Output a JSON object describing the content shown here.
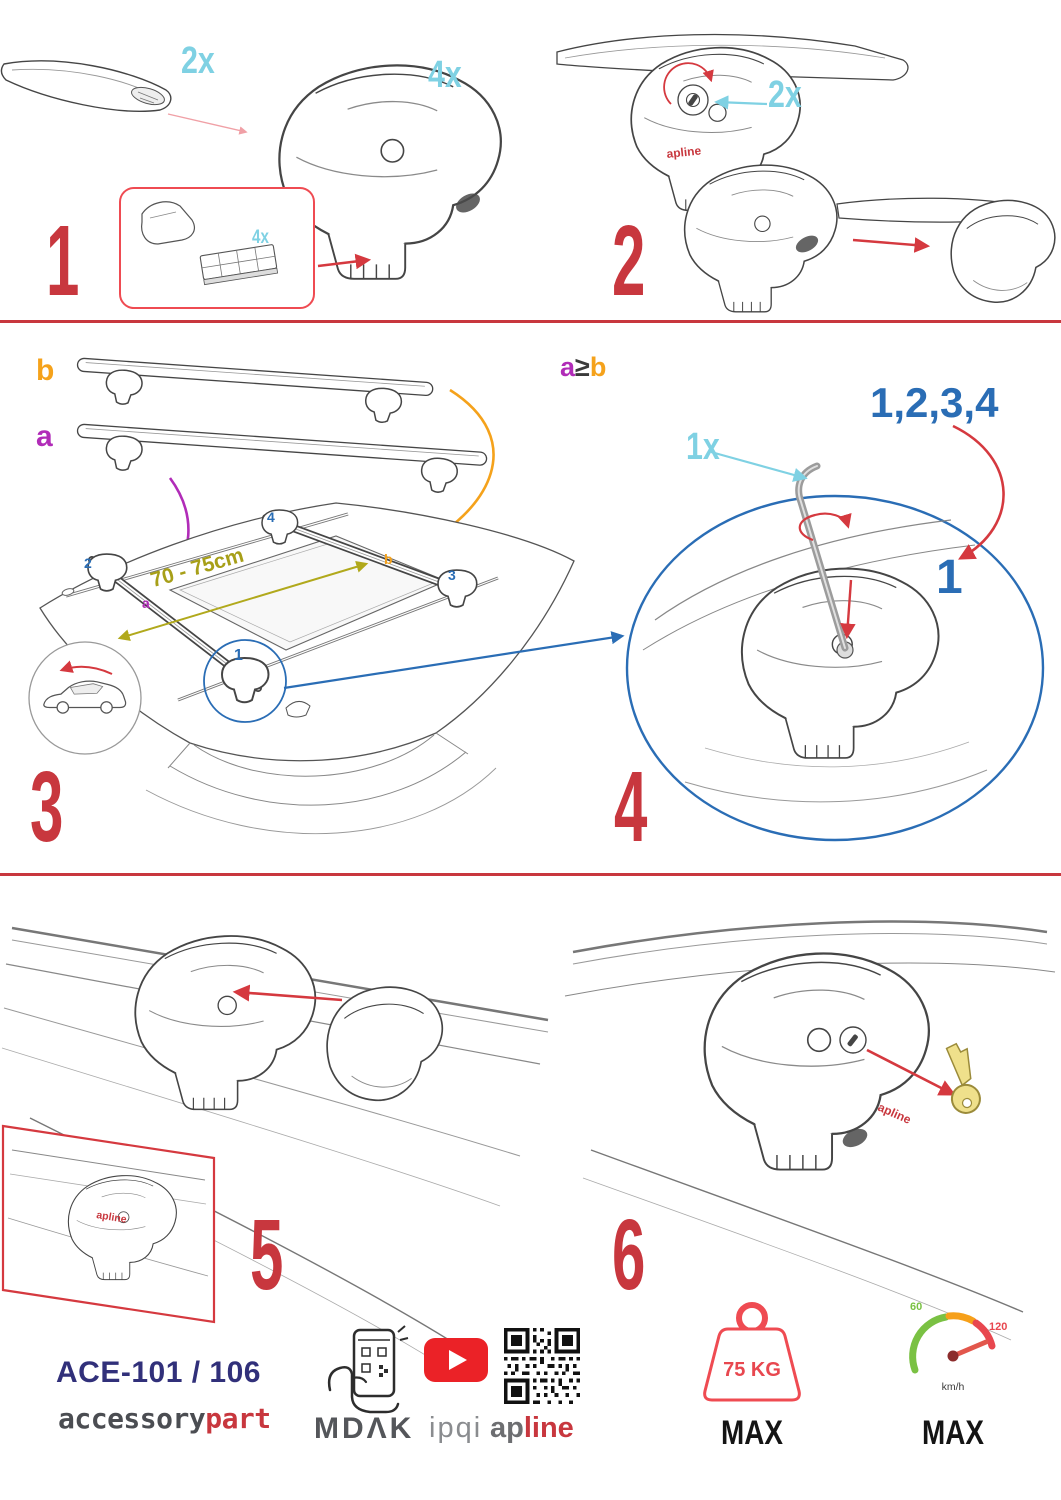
{
  "colors": {
    "red": "#c8373e",
    "cyan": "#7fd1e3",
    "blue": "#2a6db5",
    "purple": "#b12cb8",
    "orange": "#f5a21b",
    "olive": "#a79f18",
    "navy": "#31307a",
    "gray": "#58595b"
  },
  "step1": {
    "num": "1",
    "bar_qty": "2x",
    "foot_qty": "4x",
    "pad_qty": "4x"
  },
  "step2": {
    "num": "2",
    "lock_qty": "2x",
    "brand": "apline"
  },
  "step3": {
    "num": "3",
    "bar_a": "a",
    "bar_b": "b",
    "distance": "70 - 75cm",
    "pos_1": "1",
    "pos_2": "2",
    "pos_3": "3",
    "pos_4": "4",
    "pos_a": "a",
    "pos_b": "b"
  },
  "step4": {
    "num": "4",
    "rule_a": "a",
    "rule_op": "≥",
    "rule_b": "b",
    "sequence": "1,2,3,4",
    "tool_qty": "1x",
    "first": "1"
  },
  "step5": {
    "num": "5",
    "brand": "apline"
  },
  "step6": {
    "num": "6",
    "brand": "apline"
  },
  "footer": {
    "model": "ACE-101 / 106",
    "brand_gray": "accessory",
    "brand_red": "part",
    "logo_mdak": "MDΛK",
    "logo_ipqi": "ipqi",
    "logo_ap": "ap",
    "logo_line": "line",
    "weight_value": "75 KG",
    "weight_max": "MAX",
    "speed_low": "60",
    "speed_high": "120",
    "speed_unit": "km/h",
    "speed_max": "MAX"
  }
}
